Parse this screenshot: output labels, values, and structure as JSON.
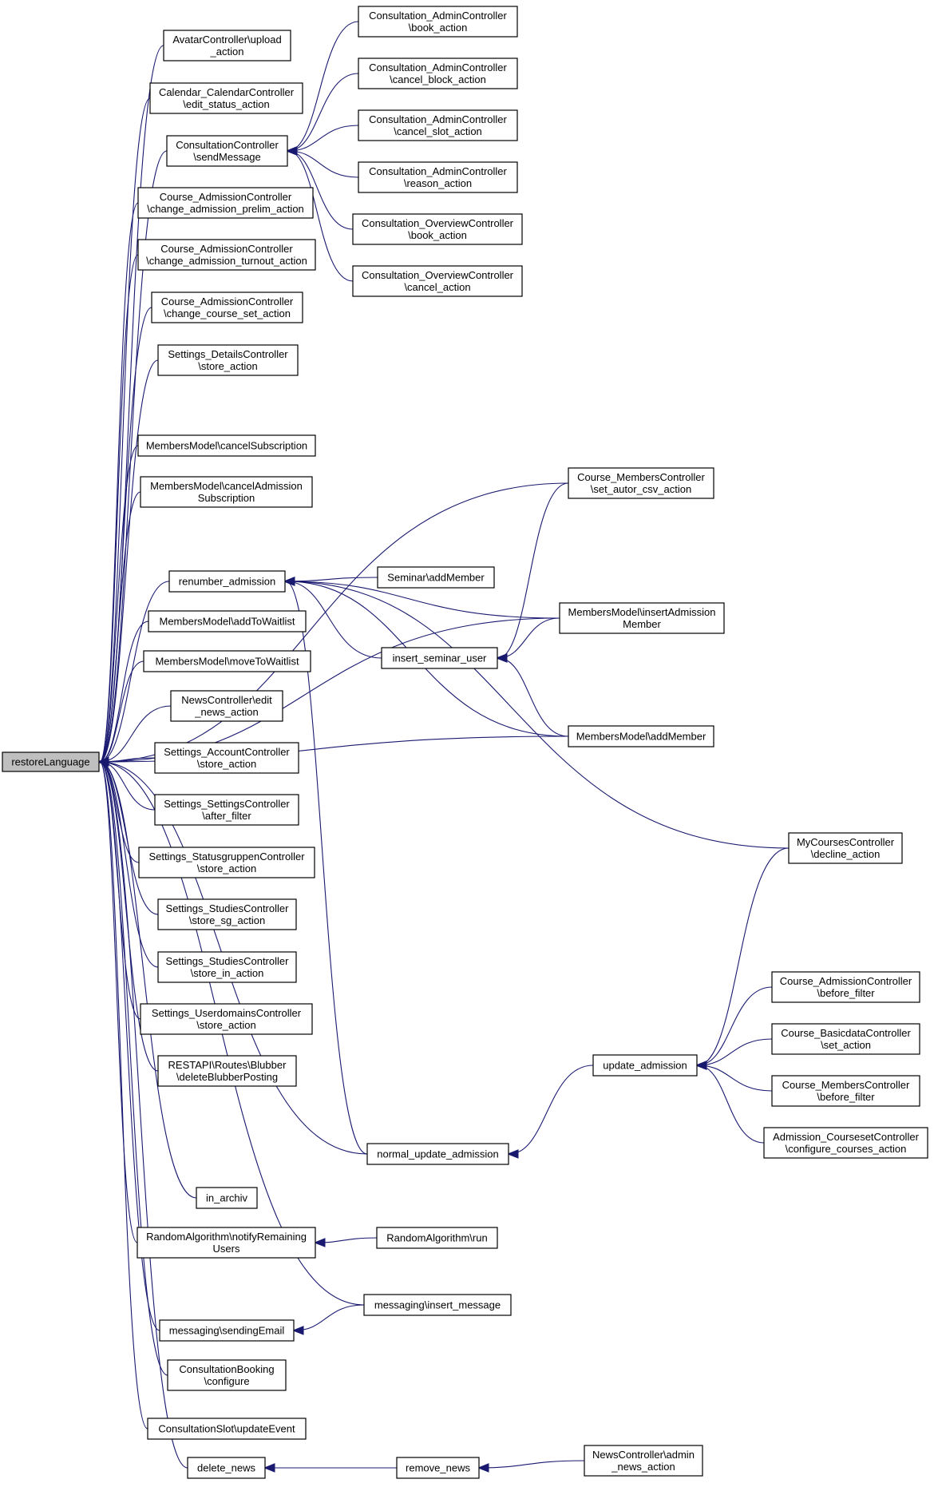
{
  "nodes": [
    {
      "id": "restore",
      "label": [
        "restoreLanguage"
      ],
      "root": true
    },
    {
      "id": "avatar",
      "label": [
        "AvatarController\\upload",
        "_action"
      ]
    },
    {
      "id": "calendar",
      "label": [
        "Calendar_CalendarController",
        "\\edit_status_action"
      ]
    },
    {
      "id": "consult_send",
      "label": [
        "ConsultationController",
        "\\sendMessage"
      ]
    },
    {
      "id": "ca_prelim",
      "label": [
        "Course_AdmissionController",
        "\\change_admission_prelim_action"
      ]
    },
    {
      "id": "ca_turnout",
      "label": [
        "Course_AdmissionController",
        "\\change_admission_turnout_action"
      ]
    },
    {
      "id": "ca_courseset",
      "label": [
        "Course_AdmissionController",
        "\\change_course_set_action"
      ]
    },
    {
      "id": "settings_details",
      "label": [
        "Settings_DetailsController",
        "\\store_action"
      ]
    },
    {
      "id": "mm_cancelsub",
      "label": [
        "MembersModel\\cancelSubscription"
      ]
    },
    {
      "id": "mm_canceladm",
      "label": [
        "MembersModel\\cancelAdmission",
        "Subscription"
      ]
    },
    {
      "id": "renumber",
      "label": [
        "renumber_admission"
      ]
    },
    {
      "id": "mm_addwait",
      "label": [
        "MembersModel\\addToWaitlist"
      ]
    },
    {
      "id": "mm_movewait",
      "label": [
        "MembersModel\\moveToWaitlist"
      ]
    },
    {
      "id": "news_edit",
      "label": [
        "NewsController\\edit",
        "_news_action"
      ]
    },
    {
      "id": "settings_account",
      "label": [
        "Settings_AccountController",
        "\\store_action"
      ]
    },
    {
      "id": "settings_settings",
      "label": [
        "Settings_SettingsController",
        "\\after_filter"
      ]
    },
    {
      "id": "settings_status",
      "label": [
        "Settings_StatusgruppenController",
        "\\store_action"
      ]
    },
    {
      "id": "settings_studies_sg",
      "label": [
        "Settings_StudiesController",
        "\\store_sg_action"
      ]
    },
    {
      "id": "settings_studies_in",
      "label": [
        "Settings_StudiesController",
        "\\store_in_action"
      ]
    },
    {
      "id": "settings_userdomains",
      "label": [
        "Settings_UserdomainsController",
        "\\store_action"
      ]
    },
    {
      "id": "restapi",
      "label": [
        "RESTAPI\\Routes\\Blubber",
        "\\deleteBlubberPosting"
      ]
    },
    {
      "id": "in_archiv",
      "label": [
        "in_archiv"
      ]
    },
    {
      "id": "random_notify",
      "label": [
        "RandomAlgorithm\\notifyRemaining",
        "Users"
      ]
    },
    {
      "id": "msg_sending",
      "label": [
        "messaging\\sendingEmail"
      ]
    },
    {
      "id": "consult_booking",
      "label": [
        "ConsultationBooking",
        "\\configure"
      ]
    },
    {
      "id": "consult_slot",
      "label": [
        "ConsultationSlot\\updateEvent"
      ]
    },
    {
      "id": "delete_news",
      "label": [
        "delete_news"
      ]
    },
    {
      "id": "cac_book",
      "label": [
        "Consultation_AdminController",
        "\\book_action"
      ]
    },
    {
      "id": "cac_cancelblock",
      "label": [
        "Consultation_AdminController",
        "\\cancel_block_action"
      ]
    },
    {
      "id": "cac_cancelslot",
      "label": [
        "Consultation_AdminController",
        "\\cancel_slot_action"
      ]
    },
    {
      "id": "cac_reason",
      "label": [
        "Consultation_AdminController",
        "\\reason_action"
      ]
    },
    {
      "id": "coc_book",
      "label": [
        "Consultation_OverviewController",
        "\\book_action"
      ]
    },
    {
      "id": "coc_cancel",
      "label": [
        "Consultation_OverviewController",
        "\\cancel_action"
      ]
    },
    {
      "id": "seminar_addmember",
      "label": [
        "Seminar\\addMember"
      ]
    },
    {
      "id": "insert_seminar_user",
      "label": [
        "insert_seminar_user"
      ]
    },
    {
      "id": "normal_update",
      "label": [
        "normal_update_admission"
      ]
    },
    {
      "id": "random_run",
      "label": [
        "RandomAlgorithm\\run"
      ]
    },
    {
      "id": "msg_insert",
      "label": [
        "messaging\\insert_message"
      ]
    },
    {
      "id": "remove_news",
      "label": [
        "remove_news"
      ]
    },
    {
      "id": "cmc_setautor",
      "label": [
        "Course_MembersController",
        "\\set_autor_csv_action"
      ]
    },
    {
      "id": "mm_insertadm",
      "label": [
        "MembersModel\\insertAdmission",
        "Member"
      ]
    },
    {
      "id": "mm_addmember",
      "label": [
        "MembersModel\\addMember"
      ]
    },
    {
      "id": "update_admission",
      "label": [
        "update_admission"
      ]
    },
    {
      "id": "news_admin",
      "label": [
        "NewsController\\admin",
        "_news_action"
      ]
    },
    {
      "id": "mycourses_decline",
      "label": [
        "MyCoursesController",
        "\\decline_action"
      ]
    },
    {
      "id": "cac_beforefilter",
      "label": [
        "Course_AdmissionController",
        "\\before_filter"
      ]
    },
    {
      "id": "cbc_setaction",
      "label": [
        "Course_BasicdataController",
        "\\set_action"
      ]
    },
    {
      "id": "cmc_beforefilter",
      "label": [
        "Course_MembersController",
        "\\before_filter"
      ]
    },
    {
      "id": "acc_configure",
      "label": [
        "Admission_CoursesetController",
        "\\configure_courses_action"
      ]
    }
  ],
  "edges": [
    [
      "avatar",
      "restore"
    ],
    [
      "calendar",
      "restore"
    ],
    [
      "consult_send",
      "restore"
    ],
    [
      "ca_prelim",
      "restore"
    ],
    [
      "ca_turnout",
      "restore"
    ],
    [
      "ca_courseset",
      "restore"
    ],
    [
      "settings_details",
      "restore"
    ],
    [
      "cmc_setautor",
      "restore"
    ],
    [
      "mm_cancelsub",
      "restore"
    ],
    [
      "mm_canceladm",
      "restore"
    ],
    [
      "mm_insertadm",
      "restore"
    ],
    [
      "renumber",
      "restore"
    ],
    [
      "mm_addwait",
      "restore"
    ],
    [
      "mm_movewait",
      "restore"
    ],
    [
      "news_edit",
      "restore"
    ],
    [
      "settings_account",
      "restore"
    ],
    [
      "settings_settings",
      "restore"
    ],
    [
      "settings_status",
      "restore"
    ],
    [
      "settings_studies_sg",
      "restore"
    ],
    [
      "settings_studies_in",
      "restore"
    ],
    [
      "settings_userdomains",
      "restore"
    ],
    [
      "restapi",
      "restore"
    ],
    [
      "mm_addmember",
      "restore"
    ],
    [
      "normal_update",
      "restore"
    ],
    [
      "in_archiv",
      "restore"
    ],
    [
      "random_notify",
      "restore"
    ],
    [
      "msg_insert",
      "restore"
    ],
    [
      "msg_sending",
      "restore"
    ],
    [
      "consult_booking",
      "restore"
    ],
    [
      "consult_slot",
      "restore"
    ],
    [
      "delete_news",
      "restore"
    ],
    [
      "cac_book",
      "consult_send"
    ],
    [
      "cac_cancelblock",
      "consult_send"
    ],
    [
      "cac_cancelslot",
      "consult_send"
    ],
    [
      "cac_reason",
      "consult_send"
    ],
    [
      "coc_book",
      "consult_send"
    ],
    [
      "coc_cancel",
      "consult_send"
    ],
    [
      "seminar_addmember",
      "renumber"
    ],
    [
      "mm_insertadm",
      "renumber"
    ],
    [
      "insert_seminar_user",
      "renumber"
    ],
    [
      "mm_addmember",
      "renumber"
    ],
    [
      "mycourses_decline",
      "renumber"
    ],
    [
      "normal_update",
      "renumber"
    ],
    [
      "cmc_setautor",
      "insert_seminar_user"
    ],
    [
      "mm_insertadm",
      "insert_seminar_user"
    ],
    [
      "mm_addmember",
      "insert_seminar_user"
    ],
    [
      "update_admission",
      "normal_update"
    ],
    [
      "mycourses_decline",
      "update_admission"
    ],
    [
      "cac_beforefilter",
      "update_admission"
    ],
    [
      "cbc_setaction",
      "update_admission"
    ],
    [
      "cmc_beforefilter",
      "update_admission"
    ],
    [
      "acc_configure",
      "update_admission"
    ],
    [
      "random_run",
      "random_notify"
    ],
    [
      "msg_insert",
      "msg_sending"
    ],
    [
      "remove_news",
      "delete_news"
    ],
    [
      "news_admin",
      "remove_news"
    ]
  ]
}
